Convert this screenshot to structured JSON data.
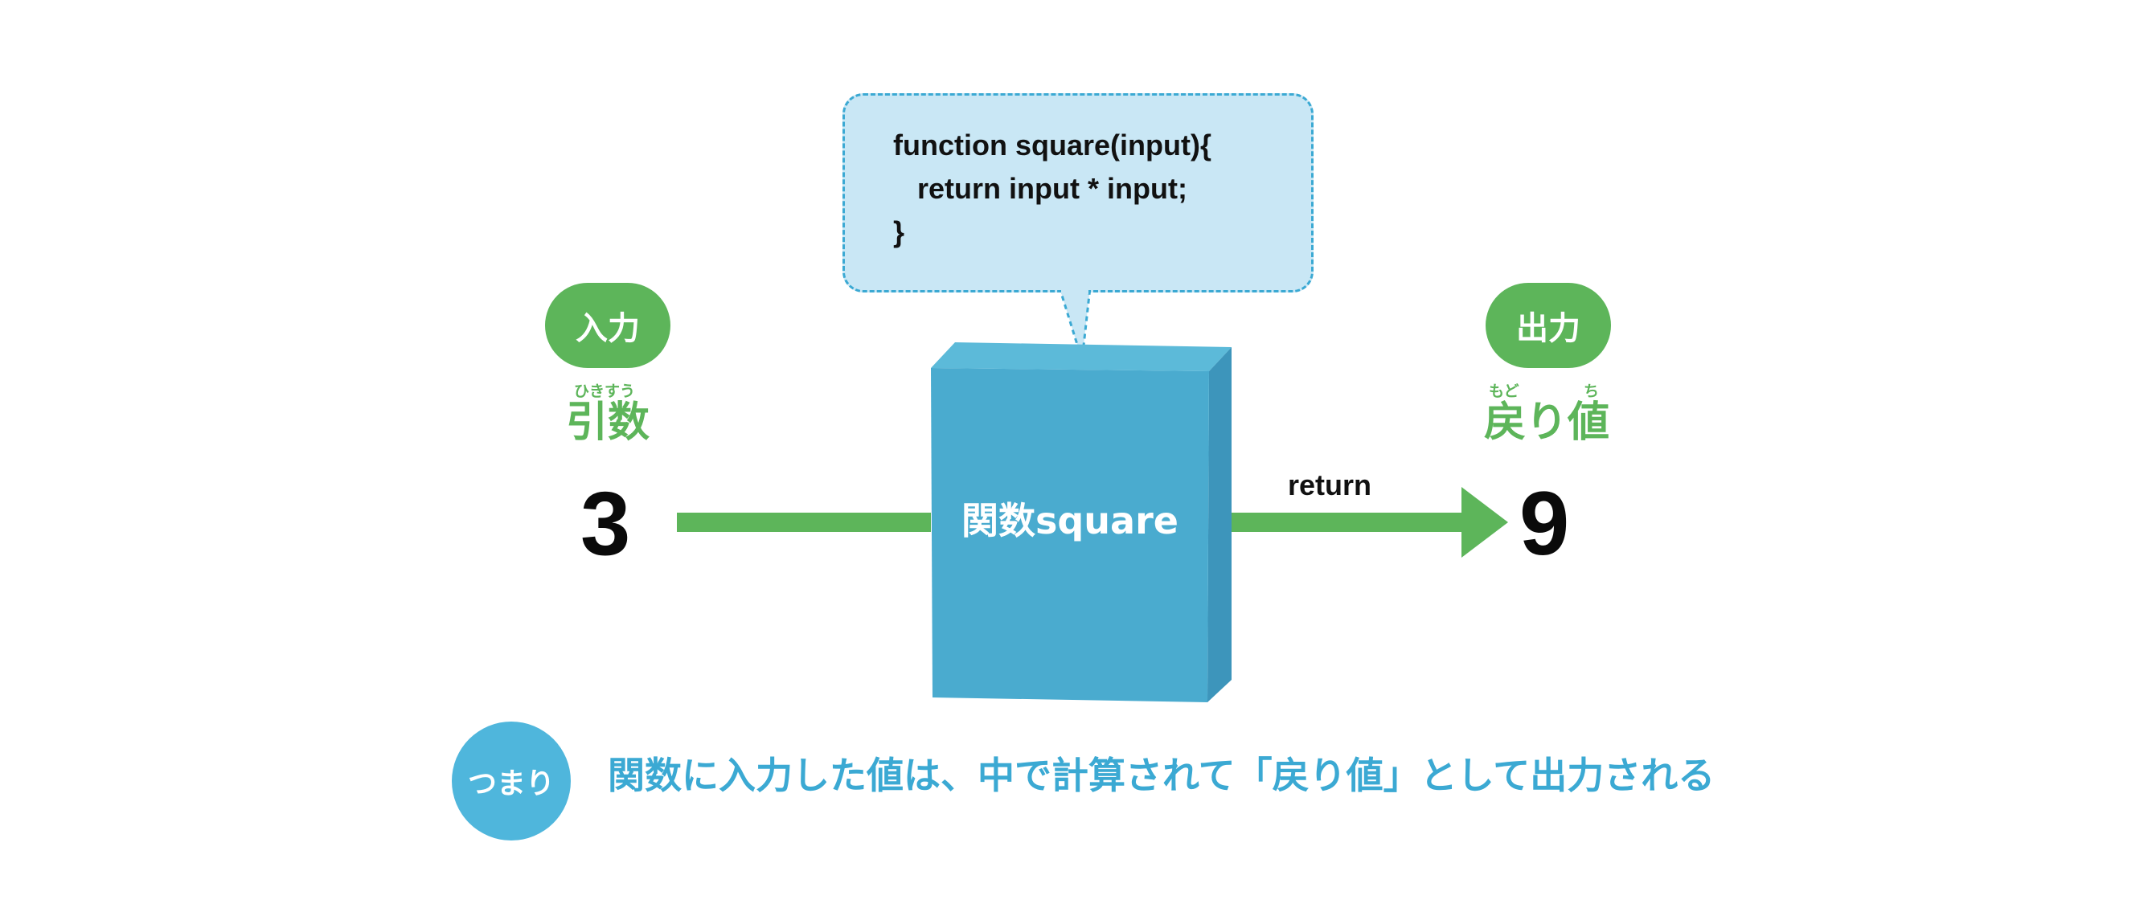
{
  "code_bubble": {
    "lines": [
      "function square(input){",
      "   return input * input;",
      "}"
    ]
  },
  "input": {
    "badge": "入力",
    "ruby": "ひきすう",
    "term": "引数",
    "value": "3"
  },
  "function_box": {
    "label": "関数square"
  },
  "arrow": {
    "label": "return"
  },
  "output": {
    "badge": "出力",
    "ruby_1": "もど",
    "ruby_2": "ち",
    "term": "戻り値",
    "value": "9"
  },
  "summary": {
    "badge": "つまり",
    "text": "関数に入力した値は、中で計算されて「戻り値」として出力される"
  },
  "colors": {
    "green": "#5db55a",
    "box_blue": "#4aabcf",
    "bubble_fill": "#c9e7f5",
    "summary_blue": "#3ba9d3"
  }
}
